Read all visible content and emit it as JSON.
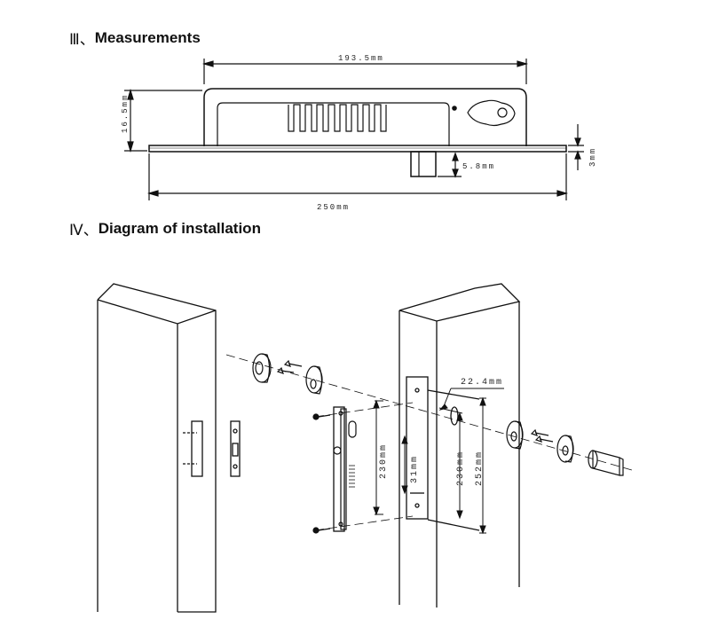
{
  "sections": {
    "measurements": {
      "numeral": "Ⅲ、",
      "title": "Measurements"
    },
    "installation": {
      "numeral": "Ⅳ、",
      "title": "Diagram of installation"
    }
  },
  "dimensions": {
    "body_width": "193.5mm",
    "body_height": "16.5mm",
    "plate_length": "250mm",
    "plate_thickness": "3mm",
    "bolt_depth": "5.8mm"
  },
  "install_dimensions": {
    "hole_width": "22.4mm",
    "bolt_offset": "31mm",
    "mortise_length": "230mm",
    "plate_length": "230mm",
    "total_length": "252mm"
  }
}
